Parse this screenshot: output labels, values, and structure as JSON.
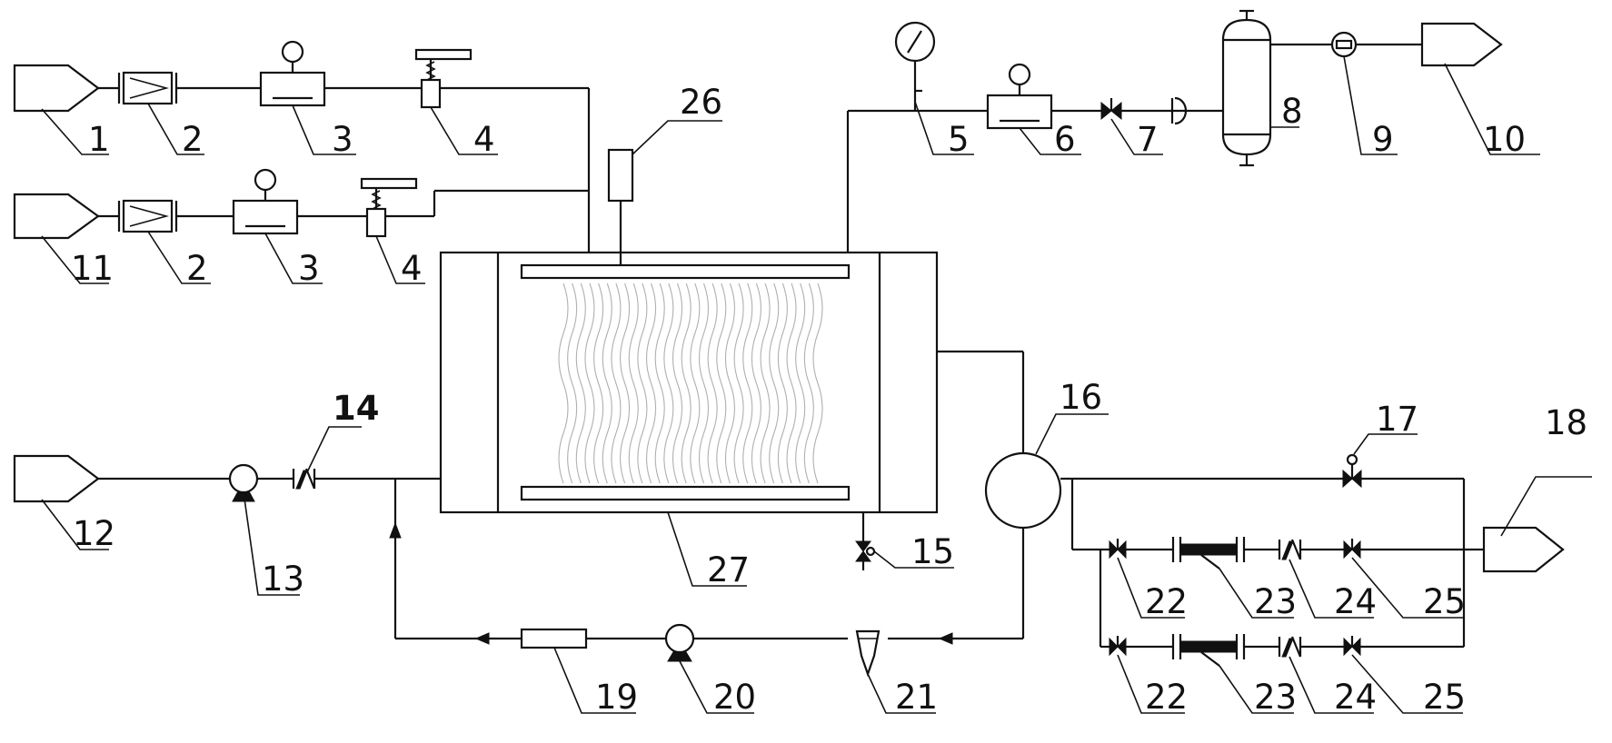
{
  "labels": {
    "n1": "1",
    "n2a": "2",
    "n2b": "2",
    "n3a": "3",
    "n3b": "3",
    "n4a": "4",
    "n4b": "4",
    "n5": "5",
    "n6": "6",
    "n7": "7",
    "n8": "8",
    "n9": "9",
    "n10": "10",
    "n11": "11",
    "n12": "12",
    "n13": "13",
    "n14": "14",
    "n15": "15",
    "n16": "16",
    "n17": "17",
    "n18": "18",
    "n19": "19",
    "n20": "20",
    "n21": "21",
    "n22a": "22",
    "n22b": "22",
    "n23a": "23",
    "n23b": "23",
    "n24a": "24",
    "n24b": "24",
    "n25a": "25",
    "n25b": "25",
    "n26": "26",
    "n27": "27"
  }
}
